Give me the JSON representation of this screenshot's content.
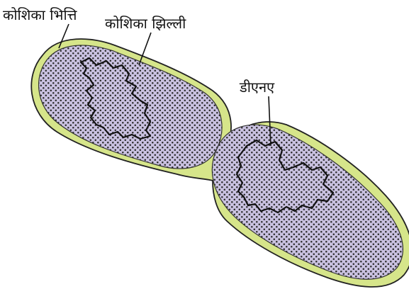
{
  "labels": {
    "cell_wall": "कोशिका भित्ति",
    "cell_membrane": "कोशिका झिल्ली",
    "dna": "डीएनए"
  },
  "colors": {
    "cell_wall": "#d6e58a",
    "cell_wall_outline": "#222222",
    "cytoplasm": "#c9c1e0",
    "granules": "#2a2a2a",
    "dna": "#111111",
    "leader": "#111111"
  }
}
